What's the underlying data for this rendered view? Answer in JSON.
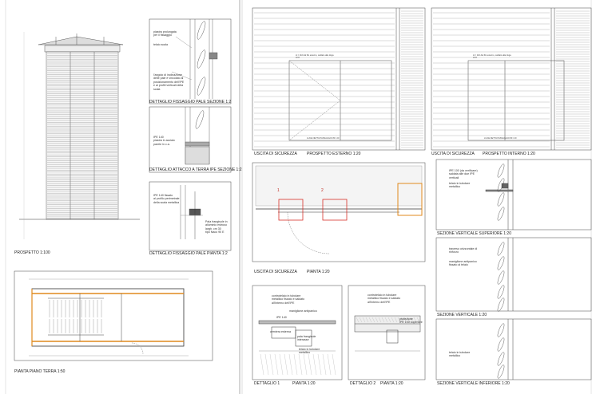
{
  "drawing": {
    "prospetto": "PROSPETTO 1:100",
    "piano_terra": "PIANTA PIANO TERRA 1:50",
    "det_fissaggio_sezione": "DETTAGLIO FISSAGGIO PALE   SEZIONE 1:2",
    "det_attacco": "DETTAGLIO ATTACCO A TERRA IPE   SEZIONE 1:2",
    "det_fissaggio_pianta": "DETTAGLIO FISSAGGIO PALE   PIANTA 1:2",
    "uscita_1": "USCITA DI SICUREZZA",
    "prospetto_esterno": "PROSPETTO ESTERNO  1:20",
    "uscita_2": "USCITA DI SICUREZZA",
    "prospetto_interno": "PROSPETTO INTERNO 1:20",
    "uscita_3": "USCITA DI SICUREZZA",
    "pianta_120": "PIANTA  1:20",
    "sez_vert_superiore": "SEZIONE VERTICALE SUPERIORE  1:20",
    "sez_vert": "SEZIONE VERTICALE   1:20",
    "sez_vert_inferiore": "SEZIONE VERTICALE INFERIORE  1:20",
    "dettaglio_1": "DETTAGLIO  1",
    "pianta_1": "PIANTA 1:20",
    "dettaglio_2": "DETTAGLIO  2",
    "pianta_2": "PIANTA  1:20",
    "marker_1": "1",
    "marker_2": "2"
  },
  "notes": {
    "piastra_prolungata": "piastra prolungata\nper il fissaggio",
    "telaio_scala": "telaio scala",
    "angolo_inclinazione": "l'angolo di inclinazione\ndelle pale è vincolato al\nposizionamento dell'IPE\ne ai profili verticali della\nscala",
    "ipe140_piastra": "IPE 140\npiastra in acciaio\nparete in c.a.",
    "ipe140_fissato": "IPE 140 fissato\nal profilo perimetrale\ndella scala metallica",
    "pala_frangisole": "Pala frangisole in\nalluminio estruso\nlargh. cm 30\ntipo Naco 90 E",
    "luce_esterno": "LUCE NETTA PASSAGGIO 80 / 20",
    "luce_interno": "LUCE NETTA PASSAGGIO 80 / 20",
    "ipe100_verificare": "IPE 100 (da verificare)\nsaldata alle due IPE\nverticali",
    "telaio_tubolare": "telaio in tubolare\nmetallico",
    "traverso": "traverso orizzontale di\nrinforzo",
    "maniglione_1": "maniglione antipanico\nfissato al telaio",
    "telaio_tubolare_2": "telaio in tubolare\nmetallico",
    "controtelaio_1": "controtelaio in tubolare\nmetallico fissato e saldato\nall'interno dell'IPE",
    "maniglione_2": "maniglione antipanico",
    "ipe140_short": "IPE 140",
    "cerniera": "cerniera esterna",
    "pala_interasse": "pala frangisole\ninterasse",
    "telaio_tubolare_3": "telaio in tubolare\nmetallico",
    "controtelaio_2": "controtelaio in tubolare\nmetallico fissato e saldato\nall'interno dell'IPE",
    "protezione": "protezione\nIPE 100 superiore",
    "tiny_elev_1": "H = 110 dal filo esterno, saldato alla doga\nH=0",
    "tiny_elev_2": "H = 110 dal filo esterno, saldato alla doga\nH=0"
  }
}
